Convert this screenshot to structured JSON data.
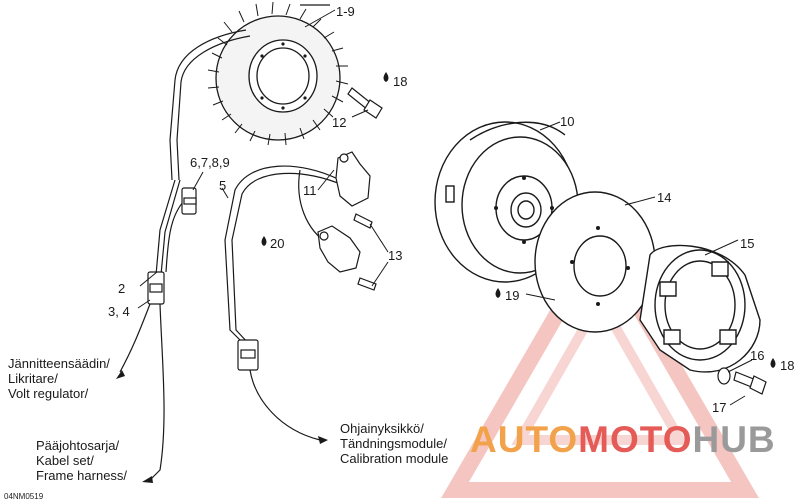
{
  "labels": {
    "stator": "1-9",
    "bolt12": "12",
    "drop18a": "18",
    "connectors": "6,7,8,9",
    "n5": "5",
    "n11": "11",
    "n20": "20",
    "n13": "13",
    "n2": "2",
    "n34": "3, 4",
    "flywheel": "10",
    "ring14": "14",
    "n15": "15",
    "n19": "19",
    "n16": "16",
    "drop18b": "18",
    "n17": "17"
  },
  "captions": {
    "regulator": [
      "Jännitteensäädin/",
      "Likritare/",
      "Volt regulator/"
    ],
    "harness": [
      "Pääjohtosarja/",
      "Kabel set/",
      "Frame harness/"
    ],
    "module": [
      "Ohjainyksikkö/",
      "Tändningsmodule/",
      "Calibration module"
    ]
  },
  "ref_code": "04NM0519",
  "watermark": {
    "part1": "AUTO",
    "part2": "MOTO",
    "part3": "HUB"
  },
  "colors": {
    "line": "#1a1a1a",
    "watermark_orange": "#f2a24a",
    "watermark_red": "#e45b57",
    "watermark_gray": "#9a9a9a"
  }
}
